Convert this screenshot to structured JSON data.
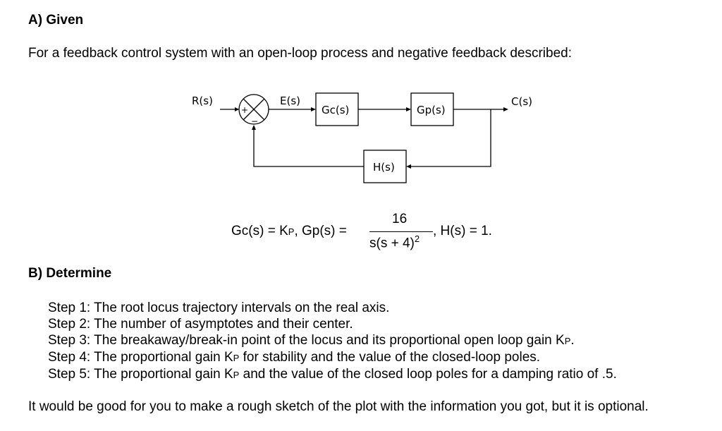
{
  "section_a": {
    "heading": "A) Given",
    "intro": "For a feedback control system with an open-loop process and negative feedback described:"
  },
  "diagram": {
    "input_label": "R(s)",
    "error_label": "E(s)",
    "output_label": "C(s)",
    "plus_sign": "+",
    "minus_sign": "−",
    "controller": "Gc(s)",
    "process": "Gp(s)",
    "feedback": "H(s)"
  },
  "equation": {
    "gc_lhs": "Gc(s) = K",
    "gc_sub": "P",
    "gp_lhs": ",  Gp(s) =",
    "numerator": "16",
    "denominator": "s(s + 4)",
    "denominator_exp": "2",
    "h_part": ",  H(s) = 1."
  },
  "section_b": {
    "heading": "B) Determine",
    "steps": [
      {
        "pre": "Step 1: The root locus trajectory intervals on the real axis.",
        "sub": "",
        "post": ""
      },
      {
        "pre": "Step 2: The number of asymptotes and their center.",
        "sub": "",
        "post": ""
      },
      {
        "pre": "Step 3: The breakaway/break-in point of the locus and its proportional open loop gain K",
        "sub": "P",
        "post": "."
      },
      {
        "pre": "Step 4: The proportional gain K",
        "sub": "P",
        "post": " for stability and the value of the closed-loop poles."
      },
      {
        "pre": "Step 5: The proportional gain K",
        "sub": "P",
        "post": " and the value of the closed loop poles for a damping ratio of .5."
      }
    ],
    "closing": "It would be good for you to make a rough sketch of the plot with the information you got, but it is optional."
  }
}
